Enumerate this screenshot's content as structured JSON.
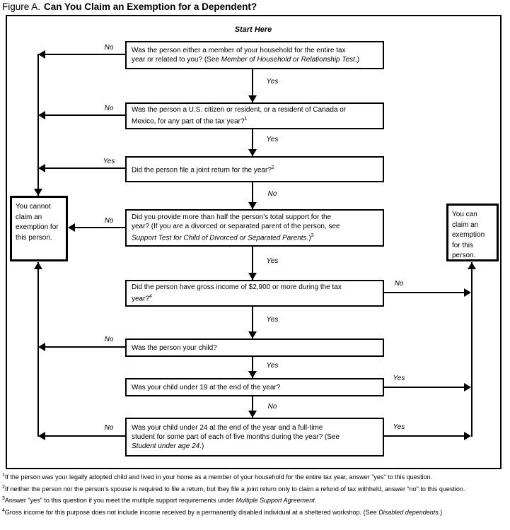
{
  "title": {
    "prefix": "Figure A.",
    "main": "Can You Claim an Exemption for a Dependent?"
  },
  "start_here": "Start Here",
  "questions": {
    "q1": {
      "segments": [
        {
          "t": "Was the person either a member of your household for the entire tax"
        },
        {
          "br": true
        },
        {
          "t": "year or related to you? (See "
        },
        {
          "t": "Member of Household or Relationship Test",
          "i": true
        },
        {
          "t": ".)"
        }
      ]
    },
    "q2": {
      "segments": [
        {
          "t": "Was the person a U.S. citizen or resident, or a resident of Canada or"
        },
        {
          "br": true
        },
        {
          "t": "Mexico, for any part of the tax year?"
        },
        {
          "t": "1",
          "sup": true
        }
      ]
    },
    "q3": {
      "segments": [
        {
          "t": "Did the person file a joint return for the year?"
        },
        {
          "t": "2",
          "sup": true
        }
      ]
    },
    "q4": {
      "segments": [
        {
          "t": "Did you provide more than half the person's total support for the"
        },
        {
          "br": true
        },
        {
          "t": "year? (If you are a divorced or separated parent of the person, see"
        },
        {
          "br": true
        },
        {
          "t": "Support Test for Child of Divorced or Separated Parents",
          "i": true
        },
        {
          "t": ".)"
        },
        {
          "t": "3",
          "sup": true
        }
      ]
    },
    "q5": {
      "segments": [
        {
          "t": "Did the person have gross income of $2,900 or more during the tax"
        },
        {
          "br": true
        },
        {
          "t": "year?"
        },
        {
          "t": "4",
          "sup": true
        }
      ]
    },
    "q6": {
      "segments": [
        {
          "t": "Was the person your child?"
        }
      ]
    },
    "q7": {
      "segments": [
        {
          "t": "Was your child under 19 at the end of the year?"
        }
      ]
    },
    "q8": {
      "segments": [
        {
          "t": "Was your child under 24 at the end of the year and a full-time"
        },
        {
          "br": true
        },
        {
          "t": "student for some part of each of five months during the year? (See"
        },
        {
          "br": true
        },
        {
          "t": "Student under age 24",
          "i": true
        },
        {
          "t": ".)"
        }
      ]
    }
  },
  "outcomes": {
    "cannot": "You cannot claim an exemption for this person.",
    "can": "You can claim an exemption for this person."
  },
  "edge_labels": {
    "q1_no": "No",
    "q1_yes": "Yes",
    "q2_no": "No",
    "q2_yes": "Yes",
    "q3_yes": "Yes",
    "q3_no": "No",
    "q4_no": "No",
    "q4_yes": "Yes",
    "q5_no": "No",
    "q5_yes": "Yes",
    "q6_no": "No",
    "q6_yes": "Yes",
    "q7_yes": "Yes",
    "q7_no": "No",
    "q8_no": "No",
    "q8_yes": "Yes"
  },
  "footnotes": {
    "f1": {
      "segments": [
        {
          "t": "1",
          "sup": true
        },
        {
          "t": "If the person was your legally adopted child and lived in your home as a member of your household for the entire tax year, answer \"yes\" to this question."
        }
      ]
    },
    "f2": {
      "segments": [
        {
          "t": "2",
          "sup": true
        },
        {
          "t": "If neither the person nor the person's spouse is required to file a return, but they file a joint return only to claim a refund of tax withheld, answer \"no\" to this question."
        }
      ]
    },
    "f3": {
      "segments": [
        {
          "t": "3",
          "sup": true
        },
        {
          "t": "Answer \"yes\" to this question if you meet the multiple support requirements under "
        },
        {
          "t": "Multiple Support Agreement",
          "i": true
        },
        {
          "t": "."
        }
      ]
    },
    "f4": {
      "segments": [
        {
          "t": "4",
          "sup": true
        },
        {
          "t": "Gross income for this purpose does not include income received by a permanently disabled individual at a sheltered workshop. (See "
        },
        {
          "t": "Disabled dependents",
          "i": true
        },
        {
          "t": ".)"
        }
      ]
    }
  },
  "colors": {
    "ink": "#000000",
    "background": "#ffffff"
  }
}
